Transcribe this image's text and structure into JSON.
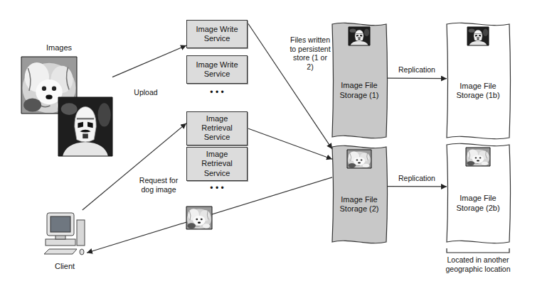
{
  "diagram": {
    "nodes": [
      {
        "text": [
          "Images"
        ]
      },
      {
        "text": [
          "Image Write Service"
        ]
      },
      {
        "text": [
          "Image Write Service"
        ]
      },
      {
        "text": [
          "Image Retrieval Service"
        ]
      },
      {
        "text": [
          "Image Retrieval Service"
        ]
      },
      {
        "text": [
          "Image File Storage (1)"
        ]
      },
      {
        "text": [
          "Image File Storage (2)"
        ]
      },
      {
        "text": [
          "Image File Storage (1b)"
        ]
      },
      {
        "text": [
          "Image File Storage (2b)"
        ]
      },
      {
        "text": [
          "Client"
        ]
      }
    ],
    "edges": [
      {
        "from": 0,
        "to": 1,
        "arrow": "to",
        "label": "Upload"
      },
      {
        "from": 1,
        "to": 6,
        "arrow": "to",
        "label": "Files written to persistent store (1 or 2)"
      },
      {
        "from": 9,
        "to": 3,
        "arrow": "to",
        "label": "Request for dog image"
      },
      {
        "from": 3,
        "to": 6,
        "arrow": "to"
      },
      {
        "from": 6,
        "to": 9,
        "arrow": "to"
      },
      {
        "from": 5,
        "to": 7,
        "arrow": "to",
        "label": "Replication"
      },
      {
        "from": 6,
        "to": 8,
        "arrow": "to",
        "label": "Replication"
      }
    ],
    "labels": [
      "• • •",
      "• • •",
      "Located in another geographic location"
    ]
  }
}
